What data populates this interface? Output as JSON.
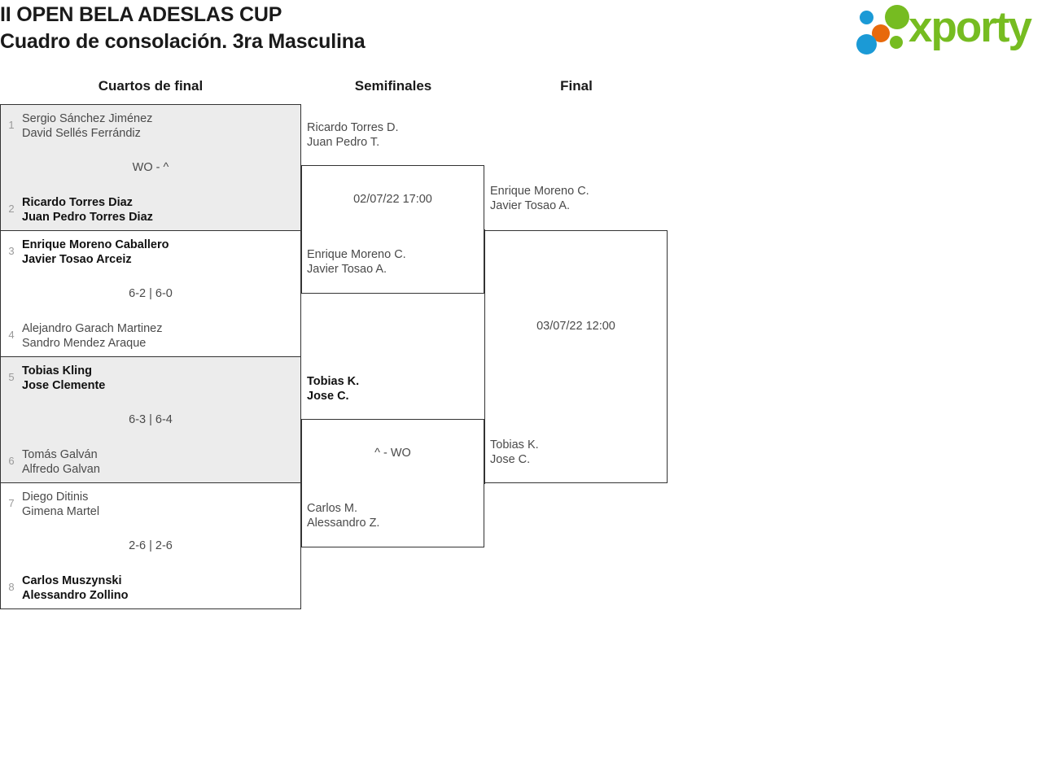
{
  "header": {
    "title_line1": "II OPEN BELA ADESLAS CUP",
    "title_line2": "Cuadro de consolación. 3ra Masculina"
  },
  "logo": {
    "word": "xporty",
    "green": "#76bc21",
    "blue": "#1b9ad6",
    "orange": "#e8690b"
  },
  "rounds": [
    {
      "label": "Cuartos de final"
    },
    {
      "label": "Semifinales"
    },
    {
      "label": "Final"
    }
  ],
  "quarterfinals": [
    {
      "top": {
        "seed": "1",
        "p1": "Sergio Sánchez Jiménez",
        "p2": "David Sellés Ferrándiz",
        "winner": false
      },
      "bottom": {
        "seed": "2",
        "p1": "Ricardo Torres Diaz",
        "p2": "Juan Pedro Torres Diaz",
        "winner": true
      },
      "score": "WO - ^"
    },
    {
      "top": {
        "seed": "3",
        "p1": "Enrique Moreno Caballero",
        "p2": "Javier Tosao Arceiz",
        "winner": true
      },
      "bottom": {
        "seed": "4",
        "p1": "Alejandro Garach Martinez",
        "p2": "Sandro Mendez Araque",
        "winner": false
      },
      "score": "6-2 | 6-0"
    },
    {
      "top": {
        "seed": "5",
        "p1": "Tobias Kling",
        "p2": "Jose Clemente",
        "winner": true
      },
      "bottom": {
        "seed": "6",
        "p1": "Tomás Galván",
        "p2": "Alfredo Galvan",
        "winner": false
      },
      "score": "6-3 | 6-4"
    },
    {
      "top": {
        "seed": "7",
        "p1": "Diego Ditinis",
        "p2": "Gimena Martel",
        "winner": false
      },
      "bottom": {
        "seed": "8",
        "p1": "Carlos Muszynski",
        "p2": "Alessandro Zollino",
        "winner": true
      },
      "score": "2-6 | 2-6"
    }
  ],
  "semifinals": [
    {
      "date": "02/07/22 17:00",
      "top": {
        "p1": "Ricardo Torres D.",
        "p2": "Juan Pedro T.",
        "winner": false
      },
      "bottom": {
        "p1": "Enrique Moreno C.",
        "p2": "Javier Tosao A.",
        "winner": false
      }
    },
    {
      "date": "^ - WO",
      "top": {
        "p1": "Tobias K.",
        "p2": "Jose C.",
        "winner": true
      },
      "bottom": {
        "p1": "Carlos M.",
        "p2": "Alessandro Z.",
        "winner": false
      }
    }
  ],
  "final": {
    "date": "03/07/22 12:00",
    "top": {
      "p1": "Enrique Moreno C.",
      "p2": "Javier Tosao A.",
      "winner": false
    },
    "bottom": {
      "p1": "Tobias K.",
      "p2": "Jose C.",
      "winner": false
    }
  }
}
